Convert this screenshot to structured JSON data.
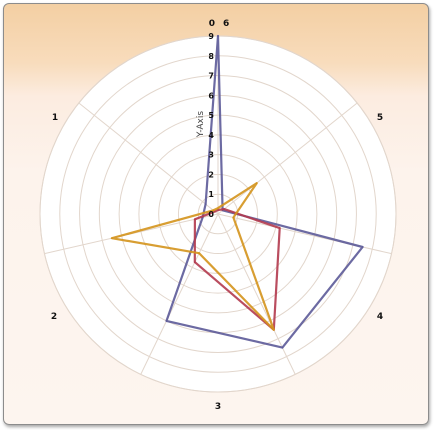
{
  "chart_data": {
    "type": "radar",
    "categories": [
      "0",
      "1",
      "2",
      "3",
      "4",
      "5",
      "6"
    ],
    "ylabel": "Y-Axis",
    "ylim": [
      0,
      9
    ],
    "ticks": [
      "0",
      "1",
      "2",
      "3",
      "4",
      "5",
      "6",
      "7",
      "8",
      "9"
    ],
    "grid": true,
    "series": [
      {
        "values": [
          9,
          0.3,
          7.5,
          7.5,
          6,
          0.8,
          0.8
        ],
        "color": "#5c5a98"
      },
      {
        "values": [
          0.2,
          0.4,
          3.2,
          6.5,
          2.7,
          1.2,
          0.2
        ],
        "color": "#b23a4e"
      },
      {
        "values": [
          0.3,
          2.5,
          0.8,
          6.5,
          2.2,
          5.5,
          0.3
        ],
        "color": "#d4941c"
      }
    ]
  }
}
